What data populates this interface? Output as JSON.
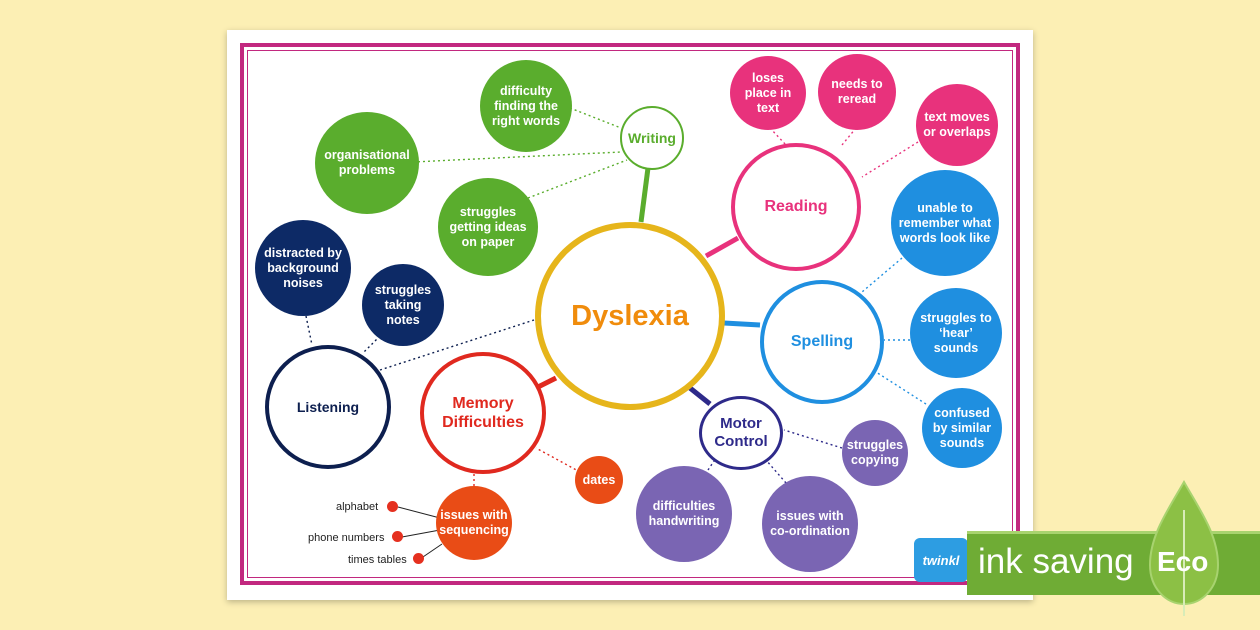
{
  "colors": {
    "background": "#fcefb4",
    "frame": "#c2287f",
    "center": "#e6b51b",
    "center_text": "#f08c0c",
    "writing": "#5aad2d",
    "reading": "#e8327c",
    "spelling": "#1f8fe0",
    "motor": "#2e2a8a",
    "motor_bubbles": "#7a65b3",
    "memory": "#e0291f",
    "memory_bubbles": "#e94c16",
    "listening": "#0d1f4f",
    "eco_green": "#6fac35"
  },
  "center": {
    "label": "Dyslexia"
  },
  "writing": {
    "label": "Writing",
    "items": [
      "difficulty finding the right words",
      "organisational problems",
      "struggles getting ideas on paper"
    ]
  },
  "reading": {
    "label": "Reading",
    "items": [
      "loses place in text",
      "needs to reread",
      "text moves or overlaps"
    ]
  },
  "spelling": {
    "label": "Spelling",
    "items": [
      "unable to remember what words look like",
      "struggles to ‘hear’ sounds",
      "confused by similar sounds"
    ]
  },
  "motor": {
    "label": "Motor Control",
    "items": [
      "struggles copying",
      "issues with co-ordination",
      "difficulties handwriting"
    ]
  },
  "memory": {
    "label": "Memory Difficulties",
    "items": [
      "dates",
      "issues with sequencing"
    ],
    "sequencing_examples": [
      "alphabet",
      "phone numbers",
      "times tables"
    ]
  },
  "listening": {
    "label": "Listening",
    "items": [
      "distracted by background noises",
      "struggles taking notes"
    ]
  },
  "badge": {
    "logo": "twinkl",
    "ink_saving": "ink saving",
    "eco": "Eco"
  }
}
